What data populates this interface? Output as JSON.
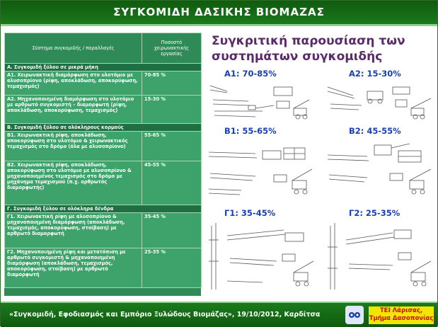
{
  "title": "ΣΥΓΚΟΜΙΔΗ ΔΑΣΙΚΗΣ ΒΙΟΜΑΖΑΣ",
  "table": {
    "headers": [
      "Σύστημα συγκομιδής / παραλλαγές",
      "Ποσοστό χειρωνακτικής εργασίας"
    ],
    "rows": [
      {
        "type": "section",
        "text": "Α. Συγκομιδή ξύλου σε μικρά μήκη"
      },
      {
        "type": "row",
        "text": "Α1. Χειρωνακτική διαμόρφωση στο υλοτόμιο με αλυσοπρίονο (ρίψη, αποκλάδωση, αποκορύφωση, τεμαχισμός)",
        "pct": "70-85 %"
      },
      {
        "type": "row",
        "text": "Α2. Μηχανοποιημένη διαμόρφωση στο υλοτόμιο με αρθρωτό συγκομιστή – διαμορφωτή (ρίψη, αποκλάδωση, αποκορύφωση, τεμαχισμός)",
        "pct": "15-30 %"
      },
      {
        "type": "section",
        "text": "Β. Συγκομιδή ξύλου σε ολόκληρους κορμούς"
      },
      {
        "type": "row",
        "text": "Β1. Χειρωνακτική ρίψη, αποκλάδωση, αποκορύφωση στο υλοτόμιο & χειρωνακτικός τεμαχισμός στο δρόμο (όλα με αλυσοπρίονο)",
        "pct": "55-65 %"
      },
      {
        "type": "row",
        "text": "Β2. Χειρωνακτική ρίψη, αποκλάδωση, αποκορύφωση στο υλοτόμιο με αλυσοπρίονο & μηχανοποιημένος τεμαχισμός στο δρόμο με μηχάνημα τεμαχισμού (π.χ. αρθρωτός διαμορφωτής)",
        "pct": "45-55 %"
      },
      {
        "type": "section",
        "text": "Γ. Συγκομιδή ξύλου σε ολόκληρα δένδρα"
      },
      {
        "type": "row",
        "text": "Γ1. Χειρωνακτική ρίψη με αλυσοπρίονο & μηχανοποιημένη διαμόρφωση (αποκλάδωση, τεμαχισμός, αποκορύφωση, στοίβαση) με αρθρωτό διαμορφωτή",
        "pct": "35-45 %"
      },
      {
        "type": "row",
        "text": "Γ2. Μηχανοποιημένη ρίψη και μετατόπιση με αρθρωτό συγκομιστή & μηχανοποιημένη διαμόρφωση (αποκλάδωση, τεμαχισμός, αποκορύφωση, στοίβαση) με αρθρωτό διαμορφωτή",
        "pct": "25-35 %"
      }
    ]
  },
  "right_title": "Συγκριτική παρουσίαση των συστημάτων συγκομιδής",
  "diagrams": [
    {
      "label": "Α1: 70-85%"
    },
    {
      "label": "Α2: 15-30%"
    },
    {
      "label": "Β1: 55-65%"
    },
    {
      "label": "Β2: 45-55%"
    },
    {
      "label": "Γ1: 35-45%"
    },
    {
      "label": "Γ2: 25-35%"
    }
  ],
  "footer": {
    "text": "«Συγκομιδή, Εφοδιασμός και Εμπόριο Ξυλώδους Βιομάζας», 19/10/2012, Καρδίτσα",
    "institution_line1": "ΤΕΙ Λάρισας,",
    "institution_line2": "Τμήμα Δασοπονίας"
  },
  "colors": {
    "title_bar": "#1b7a1b",
    "table_bg": "#2e8b57",
    "right_title": "#5a2a6a",
    "diagram_label": "#1a3fb0",
    "tei_box": "#f2e600",
    "tei_text": "#cc1010"
  },
  "icons": [
    "forestry-machine-illustration-icon",
    "university-logo-icon"
  ]
}
